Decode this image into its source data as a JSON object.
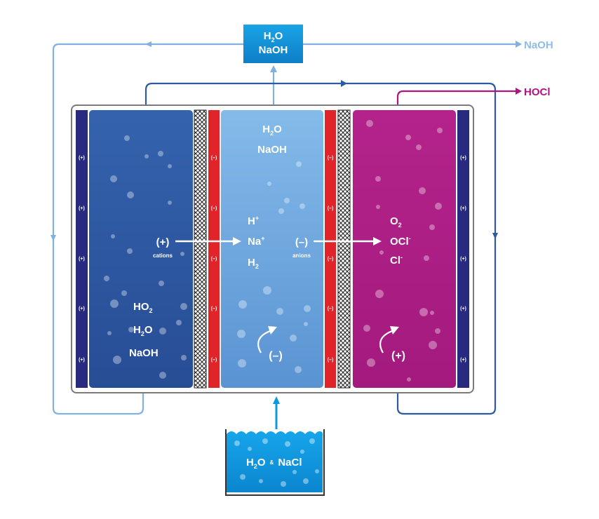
{
  "top_box": {
    "line1_main": "H",
    "line1_sub": "2",
    "line1_end": "O",
    "line2": "NaOH"
  },
  "outputs": {
    "naoh": "NaOH",
    "hocl": "HOCl"
  },
  "colors": {
    "light_line": "#7fb2e2",
    "dark_line": "#2d5aa3",
    "hocl_line": "#b0157f",
    "hocl_text": "#b0157f",
    "naoh_text": "#8ebde9",
    "left_chamber": "#2f5aa4",
    "middle_chamber": "#75aee4",
    "right_chamber": "#ae1f85",
    "electrode": "#282a80",
    "membrane_red": "#e1242a",
    "tank": "#0f98dd"
  },
  "left_chamber": {
    "charge": "(+)",
    "charge_caption": "cations",
    "species": [
      {
        "main": "HO",
        "sub": "2",
        "end": ""
      },
      {
        "main": "H",
        "sub": "2",
        "end": "O"
      },
      {
        "main": "NaOH",
        "sub": "",
        "end": ""
      }
    ]
  },
  "middle_chamber": {
    "top_line1_main": "H",
    "top_line1_sub": "2",
    "top_line1_end": "O",
    "top_line2": "NaOH",
    "ions": [
      {
        "main": "H",
        "sup": "+",
        "sub": ""
      },
      {
        "main": "Na",
        "sup": "+",
        "sub": ""
      },
      {
        "main": "H",
        "sup": "",
        "sub": "2"
      }
    ],
    "rotation_charge": "(–)"
  },
  "right_chamber": {
    "charge": "(–)",
    "charge_caption": "anions",
    "ions": [
      {
        "main": "O",
        "sup": "",
        "sub": "2"
      },
      {
        "main": "OCl",
        "sup": "-",
        "sub": ""
      },
      {
        "main": "Cl",
        "sup": "-",
        "sub": ""
      }
    ],
    "rotation_charge": "(+)"
  },
  "electrode_labels": {
    "anode": "(+)",
    "cathode": "(–)"
  },
  "tank": {
    "h": "H",
    "sub": "2",
    "o": "O",
    "amp": "&",
    "nacl": "NaCl"
  }
}
